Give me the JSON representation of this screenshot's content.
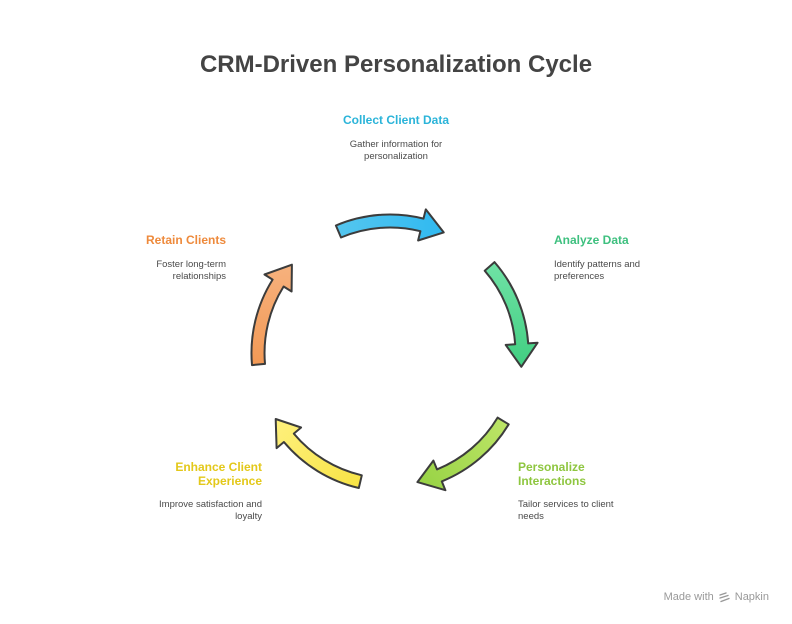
{
  "title": "CRM-Driven Personalization Cycle",
  "steps": [
    {
      "title": "Collect Client Data",
      "description": "Gather information for personalization",
      "color": "#2bb4d9"
    },
    {
      "title": "Analyze Data",
      "description": "Identify patterns and preferences",
      "color": "#3ec07f"
    },
    {
      "title": "Personalize Interactions",
      "description": "Tailor services to client needs",
      "color": "#8ec63f"
    },
    {
      "title": "Enhance Client Experience",
      "description": "Improve satisfaction and loyalty",
      "color": "#e3c81a"
    },
    {
      "title": "Retain Clients",
      "description": "Foster long-term relationships",
      "color": "#ee8a3c"
    }
  ],
  "footer": {
    "made_with": "Made with",
    "brand": "Napkin",
    "icon": "napkin-logo-icon"
  }
}
